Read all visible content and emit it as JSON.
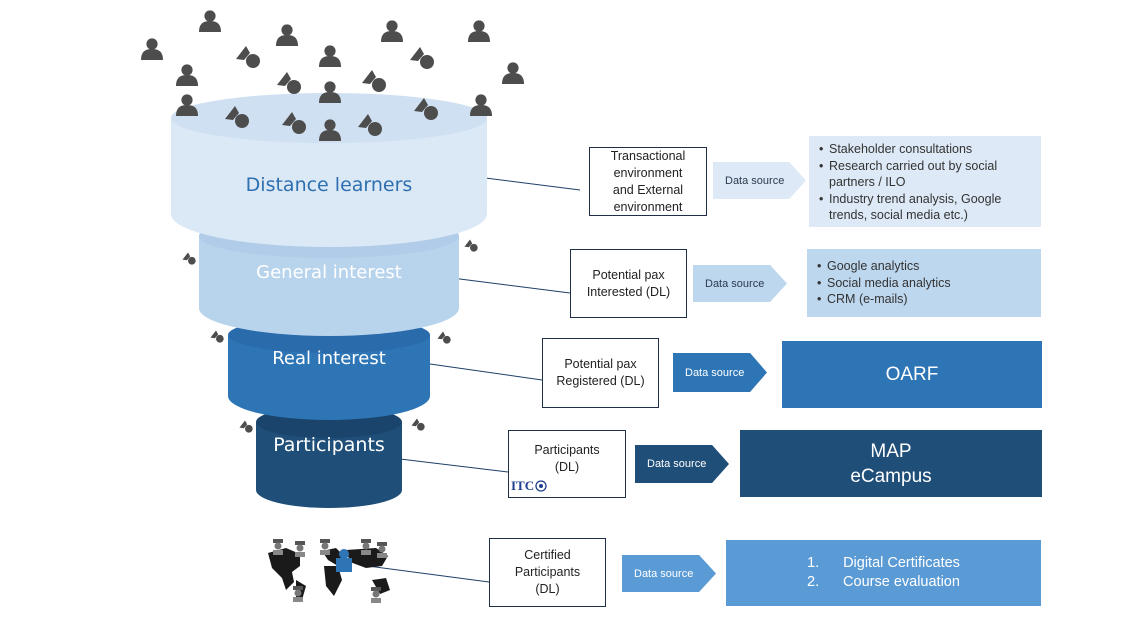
{
  "funnel": {
    "levels": [
      {
        "label": "Distance learners",
        "color": "#dbe8f5",
        "text_color": "#2e6fb0"
      },
      {
        "label": "General interest",
        "color": "#b8d3ec",
        "text_color": "#ffffff"
      },
      {
        "label": "Real interest",
        "color": "#2e75b6",
        "text_color": "#ffffff"
      },
      {
        "label": "Participants",
        "color": "#1f4e79",
        "text_color": "#ffffff"
      }
    ]
  },
  "rows": [
    {
      "stage_lines": [
        "Transactional",
        "environment",
        "and External",
        "environment"
      ],
      "data_source_label": "Data source",
      "sources": [
        "Stakeholder consultations",
        "Research carried out by social partners / ILO",
        "Industry trend analysis, Google trends, social media etc.)"
      ]
    },
    {
      "stage_lines": [
        "Potential pax",
        "Interested (DL)"
      ],
      "data_source_label": "Data source",
      "sources": [
        "Google analytics",
        "Social media analytics",
        "CRM (e-mails)"
      ]
    },
    {
      "stage_lines": [
        "Potential pax",
        "Registered (DL)"
      ],
      "data_source_label": "Data source",
      "system_lines": [
        "OARF"
      ]
    },
    {
      "stage_lines": [
        "Participants",
        "(DL)"
      ],
      "data_source_label": "Data source",
      "system_lines": [
        "MAP",
        "eCampus"
      ],
      "logo_text": "ITC"
    },
    {
      "stage_lines": [
        "Certified",
        "Participants",
        "(DL)"
      ],
      "data_source_label": "Data source",
      "outputs": [
        {
          "num": "1.",
          "text": "Digital Certificates"
        },
        {
          "num": "2.",
          "text": "Course evaluation"
        }
      ]
    }
  ],
  "colors": {
    "dark_navy": "#1f4e79",
    "mid_blue": "#2e75b6",
    "light_blue": "#5b9bd5",
    "pale_blue": "#bdd7ee",
    "lightest_blue": "#dde9f6",
    "person_icon": "#4d4d4d"
  },
  "icons": [
    "person-icon",
    "world-map-icon",
    "graduate-icon",
    "itc-logo"
  ]
}
